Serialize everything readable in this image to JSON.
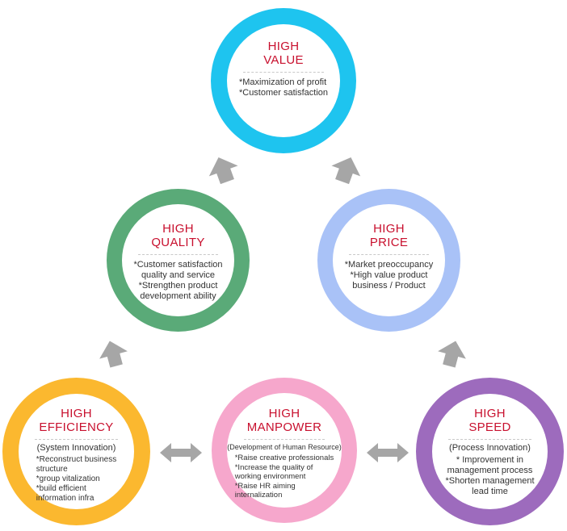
{
  "nodes": {
    "value": {
      "title_line1": "HIGH",
      "title_line2": "VALUE",
      "items": [
        "*Maximization of profit",
        "*Customer satisfaction"
      ],
      "color": "#1ec4ef"
    },
    "quality": {
      "title_line1": "HIGH",
      "title_line2": "QUALITY",
      "items": [
        "*Customer satisfaction",
        "quality and service",
        "*Strengthen product",
        "development ability"
      ],
      "color": "#5aaa78"
    },
    "price": {
      "title_line1": "HIGH",
      "title_line2": "PRICE",
      "items": [
        "*Market preoccupancy",
        "*High value product",
        "business / Product"
      ],
      "color": "#a9c2f7"
    },
    "efficiency": {
      "title_line1": "HIGH",
      "title_line2": "EFFICIENCY",
      "subtitle": "(System Innovation)",
      "items": [
        "*Reconstruct business",
        "structure",
        "*group vitalization",
        "*build efficient",
        "information infra"
      ],
      "color": "#fbb82f"
    },
    "manpower": {
      "title_line1": "HIGH",
      "title_line2": "MANPOWER",
      "subtitle": "(Development of Human Resource)",
      "items": [
        "*Raise creative professionals",
        "*Increase the quality of",
        "working environment",
        "*Raise HR aiming",
        "internalization"
      ],
      "color": "#f6a7cc"
    },
    "speed": {
      "title_line1": "HIGH",
      "title_line2": "SPEED",
      "subtitle": "(Process Innovation)",
      "items": [
        "* Improvement in",
        "management process",
        "*Shorten management",
        "lead time"
      ],
      "color": "#9d6bbd"
    }
  },
  "arrow_color": "#9e9e9e"
}
